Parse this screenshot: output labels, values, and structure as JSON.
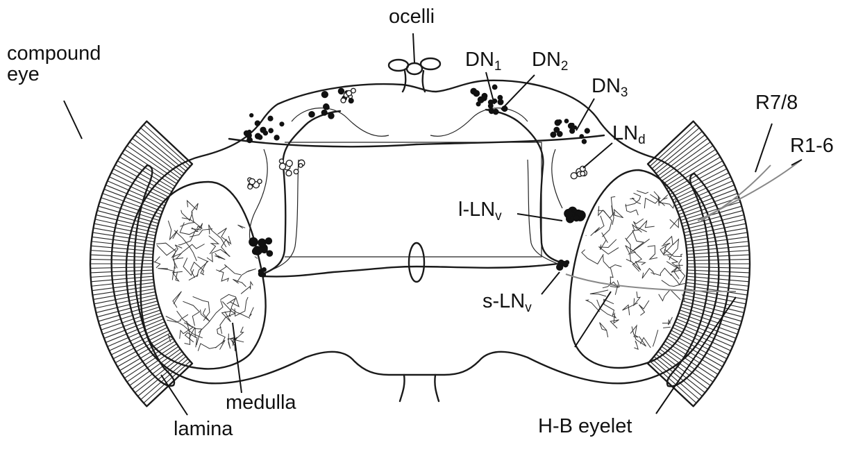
{
  "labels": {
    "ocelli": "ocelli",
    "compound_eye_line1": "compound",
    "compound_eye_line2": "eye",
    "dn1": {
      "base": "DN",
      "sub": "1"
    },
    "dn2": {
      "base": "DN",
      "sub": "2"
    },
    "dn3": {
      "base": "DN",
      "sub": "3"
    },
    "lnd": {
      "base": "LN",
      "sub": "d"
    },
    "r78": "R7/8",
    "r16": "R1-6",
    "l_lnv": {
      "base": "l-LN",
      "sub": "v"
    },
    "s_lnv": {
      "base": "s-LN",
      "sub": "v"
    },
    "medulla": "medulla",
    "lamina": "lamina",
    "hb_eyelet": "H-B eyelet"
  },
  "colors": {
    "ink": "#1a1a1a",
    "photoreceptor_grey": "#888888",
    "background": "#ffffff"
  }
}
